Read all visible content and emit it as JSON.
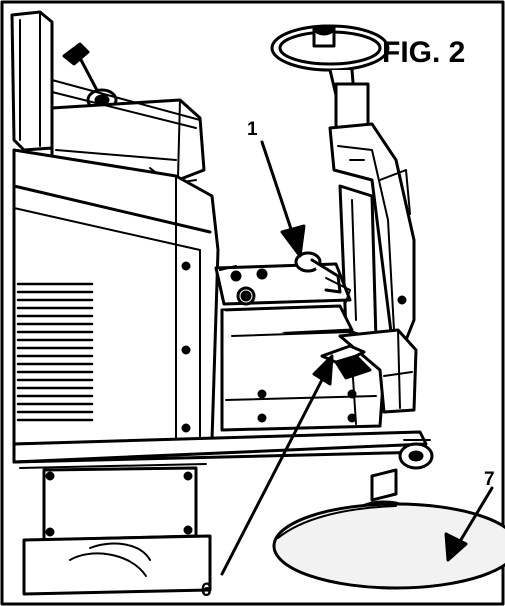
{
  "figure": {
    "title": "FIG. 2",
    "callouts": [
      "1",
      "6",
      "7"
    ]
  },
  "colors": {
    "line": "#000000",
    "background": "#ffffff",
    "fill_light": "#f2f2f2",
    "fill_mid": "#dcdcdc"
  }
}
